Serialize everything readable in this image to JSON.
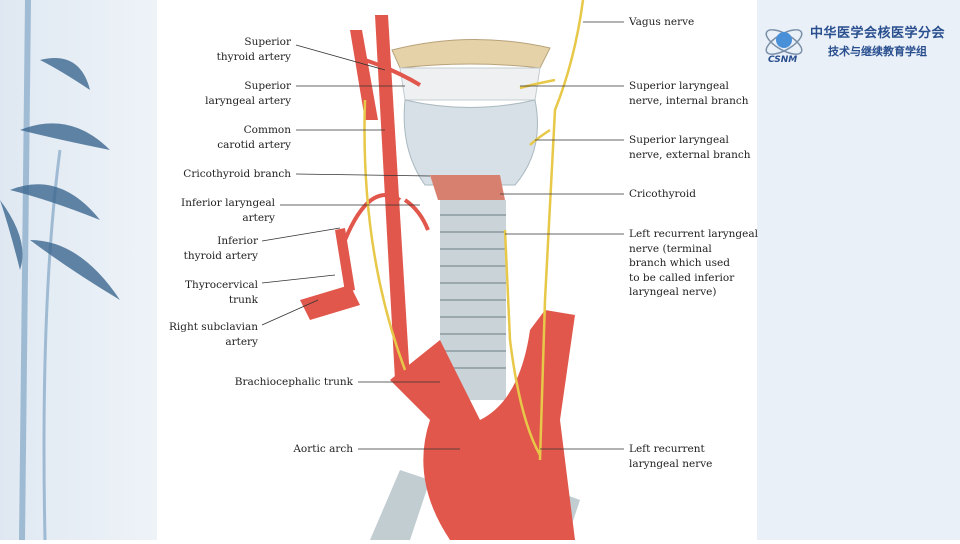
{
  "logo": {
    "org_line1": "中华医学会核医学分会",
    "org_line2": "技术与继续教育学组",
    "mark": "CSNM"
  },
  "labels_left": [
    {
      "lines": [
        "Superior",
        "thyroid artery"
      ]
    },
    {
      "lines": [
        "Superior",
        "laryngeal artery"
      ]
    },
    {
      "lines": [
        "Common",
        "carotid artery"
      ]
    },
    {
      "lines": [
        "Cricothyroid branch"
      ]
    },
    {
      "lines": [
        "Inferior laryngeal",
        "artery"
      ]
    },
    {
      "lines": [
        "Inferior",
        "thyroid artery"
      ]
    },
    {
      "lines": [
        "Thyrocervical",
        "trunk"
      ]
    },
    {
      "lines": [
        "Right subclavian",
        "artery"
      ]
    },
    {
      "lines": [
        "Brachiocephalic trunk"
      ]
    },
    {
      "lines": [
        "Aortic arch"
      ]
    }
  ],
  "labels_right": [
    {
      "lines": [
        "Vagus nerve"
      ]
    },
    {
      "lines": [
        "Superior laryngeal",
        "nerve, internal branch"
      ]
    },
    {
      "lines": [
        "Superior laryngeal",
        "nerve, external branch"
      ]
    },
    {
      "lines": [
        "Cricothyroid"
      ]
    },
    {
      "lines": [
        "Left recurrent laryngeal",
        "nerve (terminal",
        "branch which used",
        "to be called inferior",
        "laryngeal nerve)"
      ]
    },
    {
      "lines": [
        "Left recurrent",
        "laryngeal nerve"
      ]
    }
  ],
  "colors": {
    "artery": "#e2574c",
    "nerve": "#e8c848",
    "cartilage": "#dfe6ea",
    "panel": "#e9f0f8"
  }
}
